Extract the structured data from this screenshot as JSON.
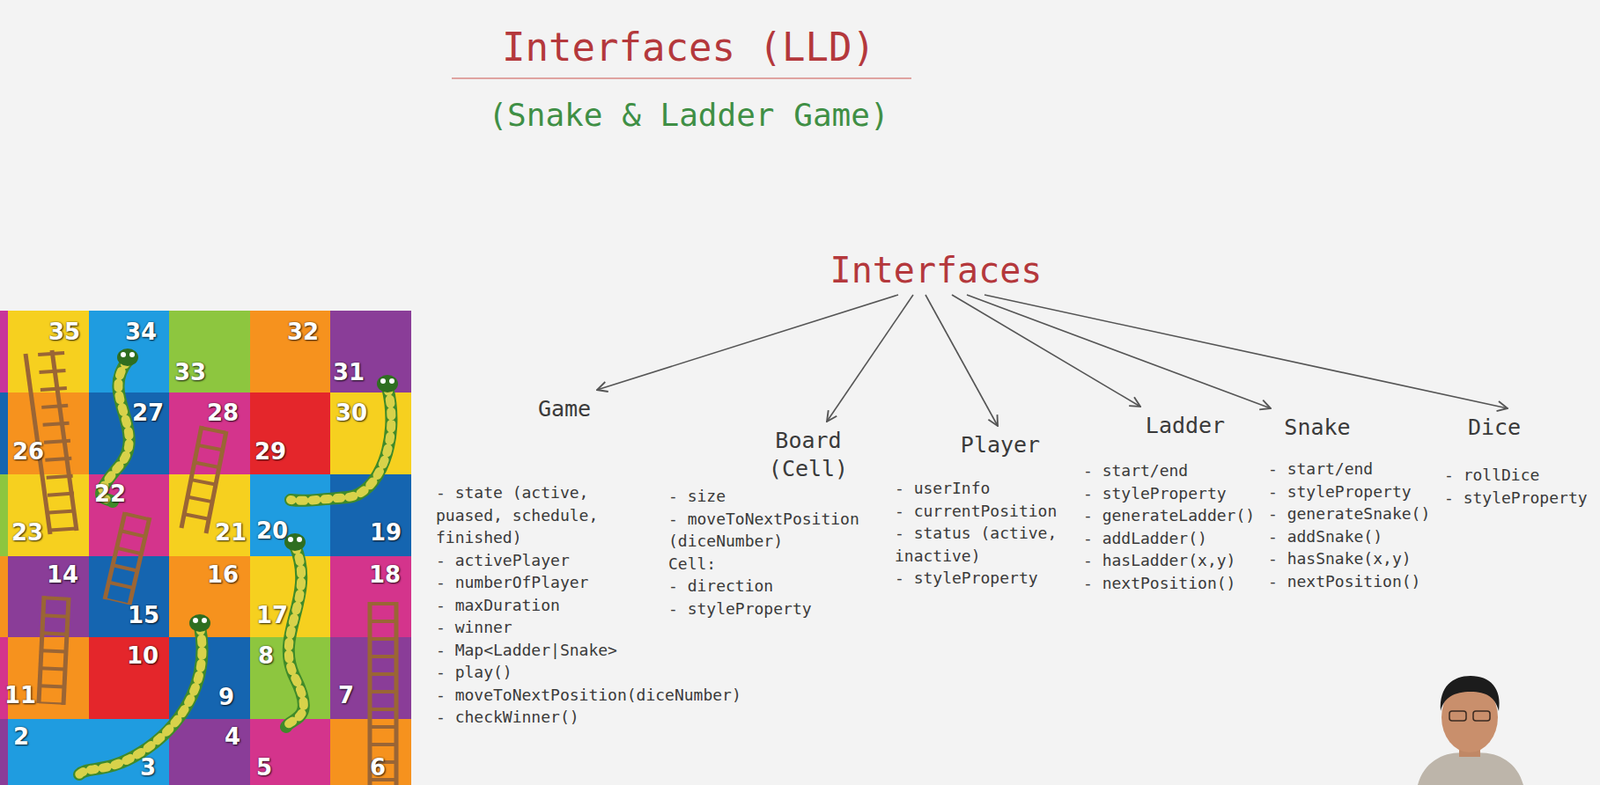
{
  "diagram": {
    "title": "Interfaces (LLD)",
    "nodes": [
      {
        "text": [
          "Interfaces"
        ]
      },
      {
        "text": [
          "Game",
          "- state (active, puased, schedule, finished)",
          "- activePlayer",
          "- numberOfPlayer",
          "- maxDuration",
          "- winner",
          "- Map<Ladder|Snake>",
          "- play()",
          "- moveToNextPosition(diceNumber)",
          "- checkWinner()"
        ]
      },
      {
        "text": [
          "Board (Cell)",
          "- size",
          "- moveToNextPosition (diceNumber)",
          "Cell:",
          "- direction",
          "- styleProperty"
        ]
      },
      {
        "text": [
          "Player",
          "- userInfo",
          "- currentPosition",
          "- status (active, inactive)",
          "- styleProperty"
        ]
      },
      {
        "text": [
          "Ladder",
          "- start/end",
          "- styleProperty",
          "- generateLadder()",
          "- addLadder()",
          "- hasLadder(x,y)",
          "- nextPosition()"
        ]
      },
      {
        "text": [
          "Snake",
          "- start/end",
          "- styleProperty",
          "- generateSnake()",
          "- addSnake()",
          "- hasSnake(x,y)",
          "- nextPosition()"
        ]
      },
      {
        "text": [
          "Dice",
          "- rollDice",
          "- styleProperty"
        ]
      }
    ],
    "edges": [
      {
        "from": 0,
        "to": 1,
        "arrow": "to"
      },
      {
        "from": 0,
        "to": 2,
        "arrow": "to"
      },
      {
        "from": 0,
        "to": 3,
        "arrow": "to"
      },
      {
        "from": 0,
        "to": 4,
        "arrow": "to"
      },
      {
        "from": 0,
        "to": 5,
        "arrow": "to"
      },
      {
        "from": 0,
        "to": 6,
        "arrow": "to"
      }
    ],
    "labels": [
      "(Snake & Ladder Game)",
      "35",
      "34",
      "33",
      "32",
      "31",
      "26",
      "27",
      "28",
      "29",
      "30",
      "23",
      "22",
      "21",
      "20",
      "19",
      "14",
      "15",
      "16",
      "17",
      "18",
      "11",
      "10",
      "9",
      "8",
      "7",
      "2",
      "3",
      "4",
      "5",
      "6"
    ]
  }
}
